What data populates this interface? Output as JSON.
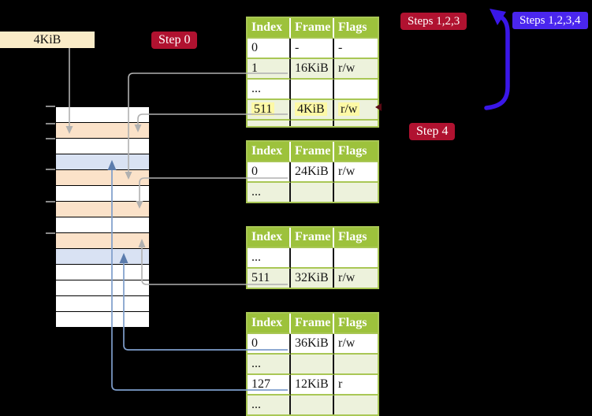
{
  "page_box": {
    "label": "4KiB"
  },
  "badges": {
    "step0": "Step 0",
    "steps123": "Steps 1,2,3",
    "steps1234": "Steps 1,2,3,4",
    "step4": "Step 4"
  },
  "tables": [
    {
      "name": "page-table-level-1",
      "headers": [
        "Index",
        "Frame",
        "Flags"
      ],
      "rows": [
        {
          "cells": [
            "0",
            "-",
            "-"
          ],
          "alt": false,
          "highlight": false
        },
        {
          "cells": [
            "1",
            "16KiB",
            "r/w"
          ],
          "alt": true,
          "highlight": false
        },
        {
          "cells": [
            "...",
            "",
            ""
          ],
          "alt": false,
          "highlight": false
        },
        {
          "cells": [
            "511",
            "4KiB",
            "r/w"
          ],
          "alt": true,
          "highlight": true
        },
        {
          "cells": [
            "",
            "",
            ""
          ],
          "alt": true,
          "highlight": false,
          "stub": true
        }
      ]
    },
    {
      "name": "page-table-level-2",
      "headers": [
        "Index",
        "Frame",
        "Flags"
      ],
      "rows": [
        {
          "cells": [
            "0",
            "24KiB",
            "r/w"
          ],
          "alt": false,
          "highlight": false
        },
        {
          "cells": [
            "...",
            "",
            ""
          ],
          "alt": true,
          "highlight": false
        }
      ]
    },
    {
      "name": "page-table-level-3",
      "headers": [
        "Index",
        "Frame",
        "Flags"
      ],
      "rows": [
        {
          "cells": [
            "...",
            "",
            ""
          ],
          "alt": false,
          "highlight": false
        },
        {
          "cells": [
            "511",
            "32KiB",
            "r/w"
          ],
          "alt": true,
          "highlight": false
        }
      ]
    },
    {
      "name": "page-table-level-4",
      "headers": [
        "Index",
        "Frame",
        "Flags"
      ],
      "rows": [
        {
          "cells": [
            "0",
            "36KiB",
            "r/w"
          ],
          "alt": false,
          "highlight": false
        },
        {
          "cells": [
            "...",
            "",
            ""
          ],
          "alt": true,
          "highlight": false
        },
        {
          "cells": [
            "127",
            "12KiB",
            "r"
          ],
          "alt": false,
          "highlight": false
        },
        {
          "cells": [
            "...",
            "",
            ""
          ],
          "alt": true,
          "highlight": false
        }
      ]
    }
  ],
  "memory": {
    "rows": [
      "white",
      "peach",
      "white",
      "blue",
      "peach",
      "white",
      "peach",
      "white",
      "peach",
      "blue",
      "white",
      "white",
      "white",
      "white"
    ]
  },
  "colors": {
    "table_header_green": "#9dc23c",
    "table_border_green": "#a9c755",
    "row_alt_green": "#edf2dc",
    "memory_peach": "#fbe2c9",
    "memory_blue": "#d9e2f3",
    "highlight_yellow": "#fdf9a6",
    "badge_red": "#b01230",
    "badge_blue": "#4a26ee",
    "arrow_blue": "#3a17e8",
    "connector_gray": "#b0b0b0",
    "connector_blue": "#7e9dcb",
    "box_beige": "#faecc8"
  }
}
